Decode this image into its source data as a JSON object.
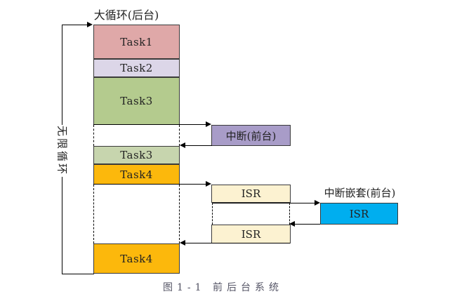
{
  "title": "大循环(后台)",
  "loop_label": "无限循环",
  "nested_title": "中断嵌套(前台)",
  "caption_fragment": "图1-1 前后台系统",
  "segments": {
    "task1": "Task1",
    "task2": "Task2",
    "task3": "Task3",
    "task3_repeat": "Task3",
    "task4": "Task4",
    "task4_repeat": "Task4"
  },
  "interrupt_box": {
    "label": "中断(前台)"
  },
  "isr_box_1": {
    "label": "ISR"
  },
  "isr_box_2": {
    "label": "ISR"
  },
  "nested_isr_box": {
    "label": "ISR"
  },
  "colors": {
    "task1": "#dfa8a8",
    "task2": "#dcd6e8",
    "task3": "#b4cb8e",
    "task3_repeat": "#c7d5ae",
    "task4": "#fcb80c",
    "interrupt": "#a89cc8",
    "isr_cream": "#fcf2d1",
    "isr_blue": "#00aeef",
    "line": "#000000"
  }
}
